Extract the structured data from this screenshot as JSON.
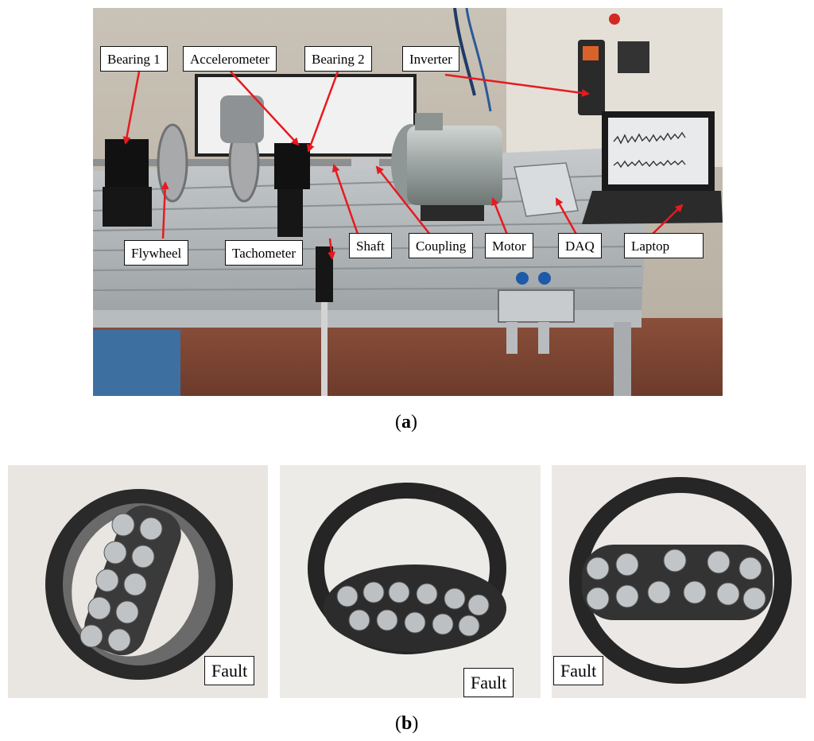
{
  "panel_a": {
    "labels": {
      "bearing1": "Bearing 1",
      "accelerometer": "Accelerometer",
      "bearing2": "Bearing 2",
      "inverter": "Inverter",
      "flywheel": "Flywheel",
      "tachometer": "Tachometer",
      "shaft": "Shaft",
      "coupling": "Coupling",
      "motor": "Motor",
      "daq": "DAQ",
      "laptop": "Laptop"
    },
    "caption_letter": "a"
  },
  "panel_b": {
    "fault_label": "Fault",
    "caption_letter": "b"
  },
  "colors": {
    "arrow": "#e8191f",
    "label_border": "#111111"
  }
}
